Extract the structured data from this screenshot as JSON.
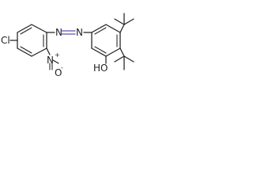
{
  "structure": {
    "atoms": {
      "cl": "Cl",
      "n_azo_left": "N",
      "n_azo_right": "N",
      "n_nitro": "N",
      "nitro_plus": "+",
      "o_nitro": "O",
      "o_minus": "-",
      "hydroxyl": "HO"
    },
    "colors": {
      "bond": "#202020",
      "azo_nitrogen": "#4a46a8",
      "text": "#222222"
    }
  }
}
